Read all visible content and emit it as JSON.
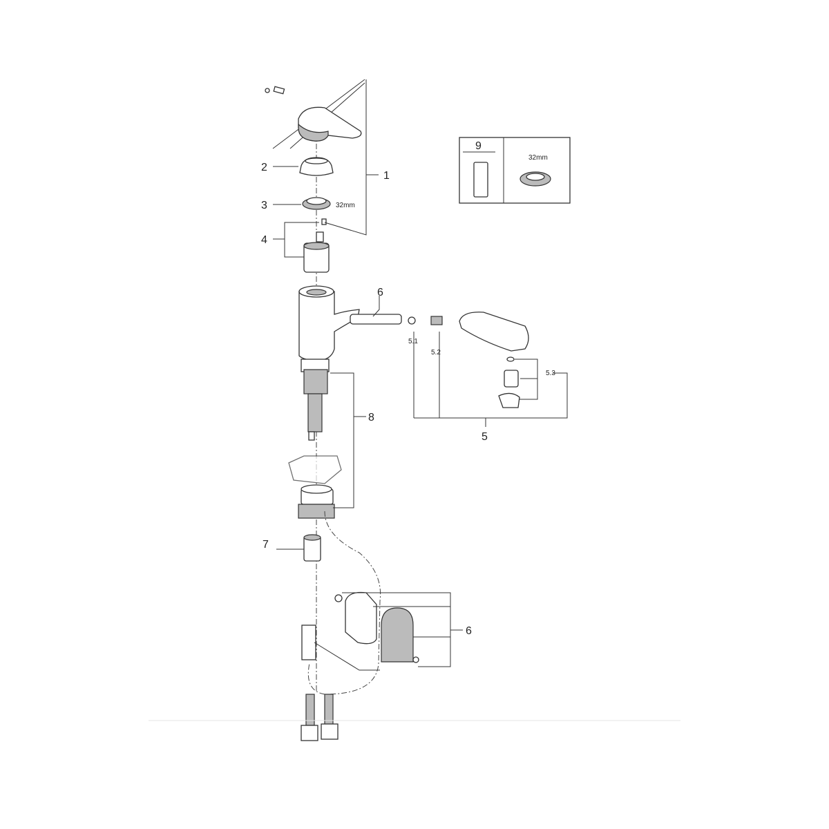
{
  "diagram": {
    "callouts": {
      "c1": "1",
      "c2": "2",
      "c3": "3",
      "c3_size": "32mm",
      "c4": "4",
      "c5": "5",
      "c5_1": "5.1",
      "c5_2": "5.2",
      "c5_3": "5.3",
      "c6_top": "6",
      "c6_bottom": "6",
      "c7": "7",
      "c8": "8"
    },
    "inset": {
      "part_number": "9",
      "size_label": "32mm"
    }
  }
}
